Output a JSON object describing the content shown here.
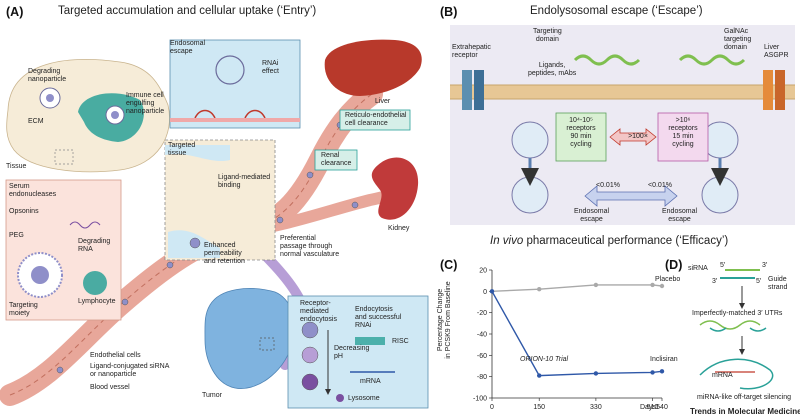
{
  "colors": {
    "vessel": "#e8a79a",
    "vessel_dark": "#c2705f",
    "tissue": "#f6ecd8",
    "teal": "#2aa198",
    "blue_bg": "#cfe8f4",
    "liver": "#b8392b",
    "kidney": "#c03a3a",
    "tumor": "#7fb3df",
    "membrane": "#e7c795",
    "line": "#2f58a8",
    "placebo": "#a9a9a9"
  },
  "panel_a": {
    "letter": "(A)",
    "title": "Targeted accumulation and cellular uptake (‘Entry’)",
    "labels": {
      "degrading_np": "Degrading\nnanoparticle",
      "ecm": "ECM",
      "immune_cell": "Immune cell\nengulfing\nnanoparticle",
      "tissue": "Tissue",
      "endosomal_escape": "Endosomal\nescape",
      "rnai_effect": "RNAi\neffect",
      "liver": "Liver",
      "res": "Reticulo-endothelial\ncell clearance",
      "renal": "Renal\nclearance",
      "kidney": "Kidney",
      "targeted_tissue": "Targeted\ntissue",
      "ligand_binding": "Ligand-mediated\nbinding",
      "enhanced_perm": "Enhanced\npermeability\nand retention",
      "preferential": "Preferential\npassage through\nnormal vasculature",
      "serum_endo": "Serum\nendonucleases",
      "opsonins": "Opsonins",
      "peg": "PEG",
      "degrading_rna": "Degrading\nRNA",
      "lymphocyte": "Lymphocyte",
      "targeting_moiety": "Targeting\nmoiety",
      "endothelial": "Endothelial cells",
      "ligand_conj": "Ligand-conjugated siRNA\nor nanoparticle",
      "blood_vessel": "Blood vessel",
      "receptor_endo": "Receptor-\nmediated\nendocytosis",
      "endo_success": "Endocytosis\nand successful\nRNAi",
      "decreasing_ph": "Decreasing\npH",
      "risc": "RISC",
      "mrna": "mRNA",
      "lysosome": "Lysosome",
      "tumor": "Tumor"
    }
  },
  "panel_b": {
    "letter": "(B)",
    "title": "Endolysosomal escape (‘Escape’)",
    "labels": {
      "extrahepatic": "Extrahepatic\nreceptor",
      "targeting_domain": "Targeting\ndomain",
      "ligands": "Ligands,\npeptides, mAbs",
      "galnac": "GalNAc\ntargeting\ndomain",
      "liver_asgpr": "Liver\nASGPR",
      "box_left": "10⁴-10⁵\nreceptors\n90 min\ncycling",
      "box_middle": ">100×",
      "box_right": ">10⁶\nreceptors\n15 min\ncycling",
      "lt_left": "<0.01%",
      "lt_right": "<0.01%",
      "escape_left": "Endosomal\nescape",
      "escape_right": "Endosomal\nescape"
    }
  },
  "efficacy_title_italic": "In vivo",
  "efficacy_title_rest": " pharmaceutical performance (‘Efficacy’)",
  "panel_c": {
    "letter": "(C)",
    "trial_label": "ORION-10 Trial",
    "placebo_label": "Placebo",
    "inclisiran_label": "Inclisiran"
  },
  "panel_d": {
    "letter": "(D)",
    "labels": {
      "sirna": "siRNA",
      "guide": "Guide\nstrand",
      "five_prime": "5′",
      "three_prime": "3′",
      "imperfect": "Imperfectly-matched  3′ UTRs",
      "mrna": "mRNA",
      "mirna_like": "miRNA-like  off-target silencing"
    }
  },
  "footer": "Trends in Molecular Medicine",
  "chart_data": {
    "type": "line",
    "title": "",
    "xlabel": "Days",
    "ylabel": "Percentage Change\nin PCSK9 From Baseline",
    "x_ticks": [
      0,
      150,
      330,
      510,
      540
    ],
    "y_ticks": [
      20,
      0,
      -20,
      -40,
      -60,
      -80,
      -100
    ],
    "xlim": [
      0,
      540
    ],
    "ylim": [
      -100,
      20
    ],
    "grid": false,
    "series": [
      {
        "name": "Placebo",
        "x": [
          0,
          150,
          330,
          510,
          540
        ],
        "y": [
          0,
          2,
          6,
          6,
          5
        ]
      },
      {
        "name": "Inclisiran",
        "x": [
          0,
          150,
          330,
          510,
          540
        ],
        "y": [
          0,
          -79,
          -77,
          -76,
          -75
        ]
      }
    ]
  }
}
